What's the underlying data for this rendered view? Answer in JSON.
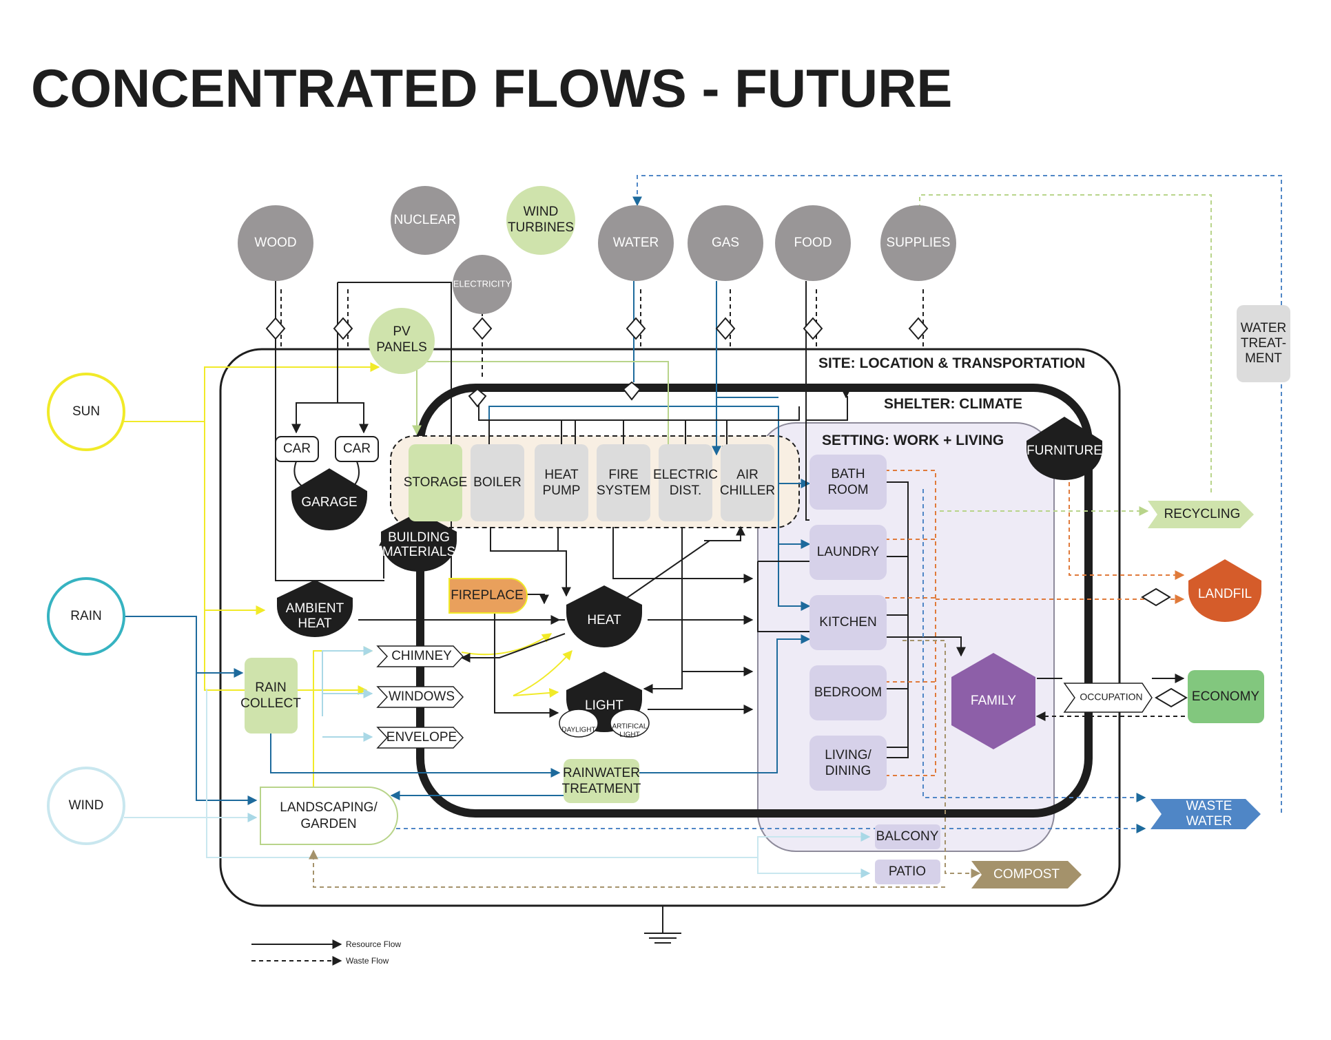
{
  "title": "CONCENTRATED FLOWS - FUTURE",
  "zones": {
    "site": "SITE: LOCATION & TRANSPORTATION",
    "shelter": "SHELTER: CLIMATE",
    "setting": "SETTING: WORK + LIVING"
  },
  "sources": {
    "wood": "WOOD",
    "nuclear": "NUCLEAR",
    "wind_turbines_1": "WIND",
    "wind_turbines_2": "TURBINES",
    "electricity": "ELECTRICITY",
    "pv_1": "PV",
    "pv_2": "PANELS",
    "water": "WATER",
    "gas": "GAS",
    "food": "FOOD",
    "supplies": "SUPPLIES"
  },
  "climate": {
    "sun": "SUN",
    "rain": "RAIN",
    "wind": "WIND"
  },
  "site_items": {
    "car_a": "CAR",
    "car_b": "CAR",
    "garage": "GARAGE",
    "building_materials_1": "BUILDING",
    "building_materials_2": "MATERIALS",
    "ambient_heat_1": "AMBIENT",
    "ambient_heat_2": "HEAT",
    "rain_collect_1": "RAIN",
    "rain_collect_2": "COLLECT",
    "landscaping_1": "LANDSCAPING/",
    "landscaping_2": "GARDEN",
    "balcony": "BALCONY",
    "patio": "PATIO"
  },
  "systems": {
    "storage": "STORAGE",
    "boiler": "BOILER",
    "heat_pump_1": "HEAT",
    "heat_pump_2": "PUMP",
    "fire_system_1": "FIRE",
    "fire_system_2": "SYSTEM",
    "electric_dist_1": "ELECTRIC",
    "electric_dist_2": "DIST.",
    "air_chiller_1": "AIR",
    "air_chiller_2": "CHILLER"
  },
  "shelter_items": {
    "fireplace": "FIREPLACE",
    "heat": "HEAT",
    "light": "LIGHT",
    "daylight": "DAYLIGHT",
    "artificial_1": "ARTIFICAL",
    "artificial_2": "LIGHT",
    "chimney": "CHIMNEY",
    "windows": "WINDOWS",
    "envelope": "ENVELOPE",
    "rainwater_1": "RAINWATER",
    "rainwater_2": "TREATMENT",
    "furniture": "FURNITURE"
  },
  "rooms": {
    "bathroom_1": "BATH",
    "bathroom_2": "ROOM",
    "laundry": "LAUNDRY",
    "kitchen": "KITCHEN",
    "bedroom": "BEDROOM",
    "living_1": "LIVING/",
    "living_2": "DINING",
    "family": "FAMILY",
    "occupation": "OCCUPATION"
  },
  "outputs": {
    "recycling": "RECYCLING",
    "landfil": "LANDFIL",
    "economy": "ECONOMY",
    "waste_water_1": "WASTE",
    "waste_water_2": "WATER",
    "compost": "COMPOST",
    "water_treatment_1": "WATER",
    "water_treatment_2": "TREAT-",
    "water_treatment_3": "MENT"
  },
  "legend": {
    "resource": "Resource Flow",
    "waste": "Waste Flow"
  },
  "colors": {
    "gray_source": "#999697",
    "green_light": "#cfe3ac",
    "sun_yellow": "#f1ea28",
    "rain_teal": "#36b3c1",
    "wind_light_blue": "#c9e7ef",
    "blue_flow": "#1d6a9c",
    "fireplace_orange": "#e9a05c",
    "landfil_orange": "#d55c2a",
    "family_purple": "#8d5fa8",
    "room_lavender": "#d6d1e9",
    "setting_bg": "#eeebf6",
    "economy_green": "#82c77e",
    "waste_water_blue": "#4f86c6",
    "compost_brown": "#a4926b",
    "dashed_orange": "#e07a3a"
  }
}
